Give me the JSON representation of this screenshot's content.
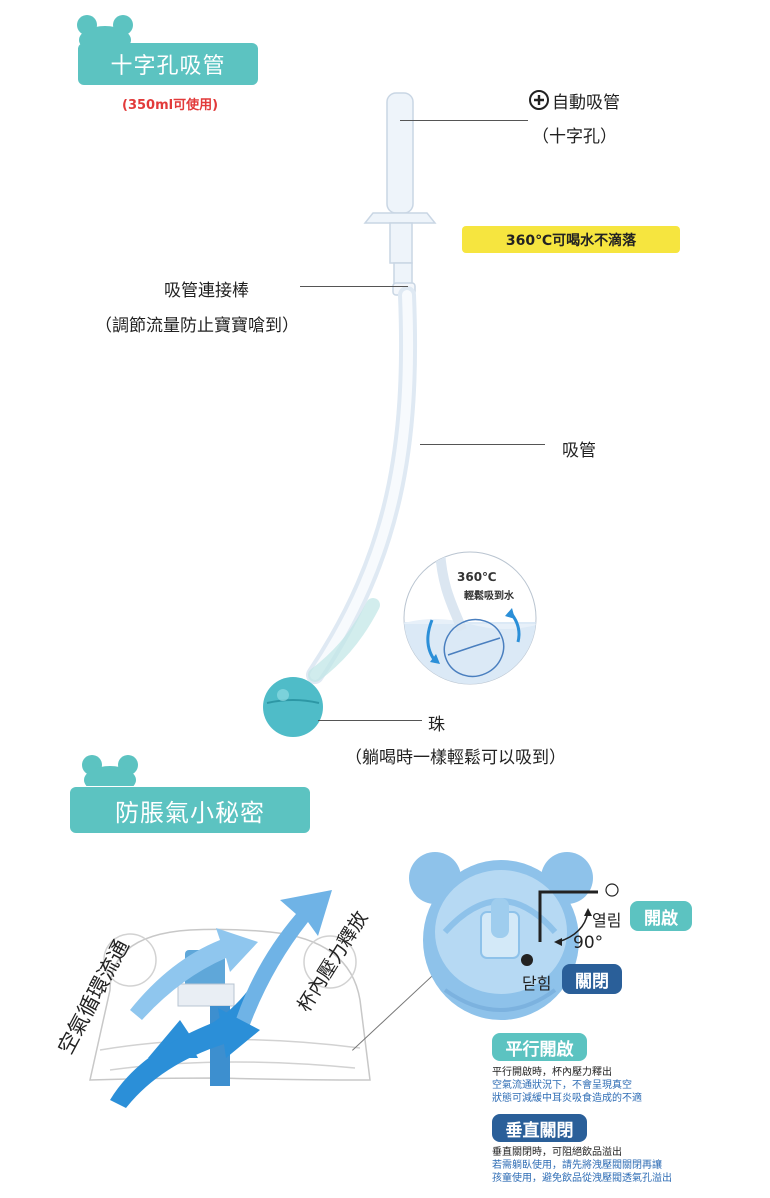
{
  "section1": {
    "title": "十字孔吸管",
    "subtitle": "(350ml可使用)",
    "auto_straw": "自動吸管",
    "cross_hole": "（十字孔）",
    "highlight": "360℃可喝水不滴落",
    "connector": "吸管連接棒",
    "connector_desc": "（調節流量防止寶寶嗆到）",
    "straw": "吸管",
    "circle_line1": "360℃",
    "circle_line2": "輕鬆吸到水",
    "bead": "珠",
    "bead_desc": "（躺喝時一樣輕鬆可以吸到）"
  },
  "section2": {
    "title": "防脹氣小秘密",
    "arrow_text_left": "空氣循環流通",
    "arrow_text_right": "杯內壓力釋放",
    "open_kr": "열림",
    "open_zh": "開啟",
    "angle": "90°",
    "close_kr": "닫힘",
    "close_zh": "關閉",
    "parallel_title": "平行開啟",
    "parallel_line1": "平行開啟時，杯內壓力釋出",
    "parallel_line2": "空氣流通狀況下，不會呈現真空",
    "parallel_line3": "狀態可減緩中耳炎吸食造成的不適",
    "vertical_title": "垂直關閉",
    "vertical_line1": "垂直關閉時，可阻絕飲品溢出",
    "vertical_line2": "若需躺臥使用，請先將洩壓閥關閉再讓",
    "vertical_line3": "孩童使用，避免飲品從洩壓閥透氣孔溢出"
  },
  "colors": {
    "teal": "#5cc3c1",
    "red": "#e23a3a",
    "yellow": "#f6e53f",
    "blue_text": "#2f6db5",
    "navy_badge": "#2a5f99",
    "arrow_blue": "#2b8fd8"
  }
}
